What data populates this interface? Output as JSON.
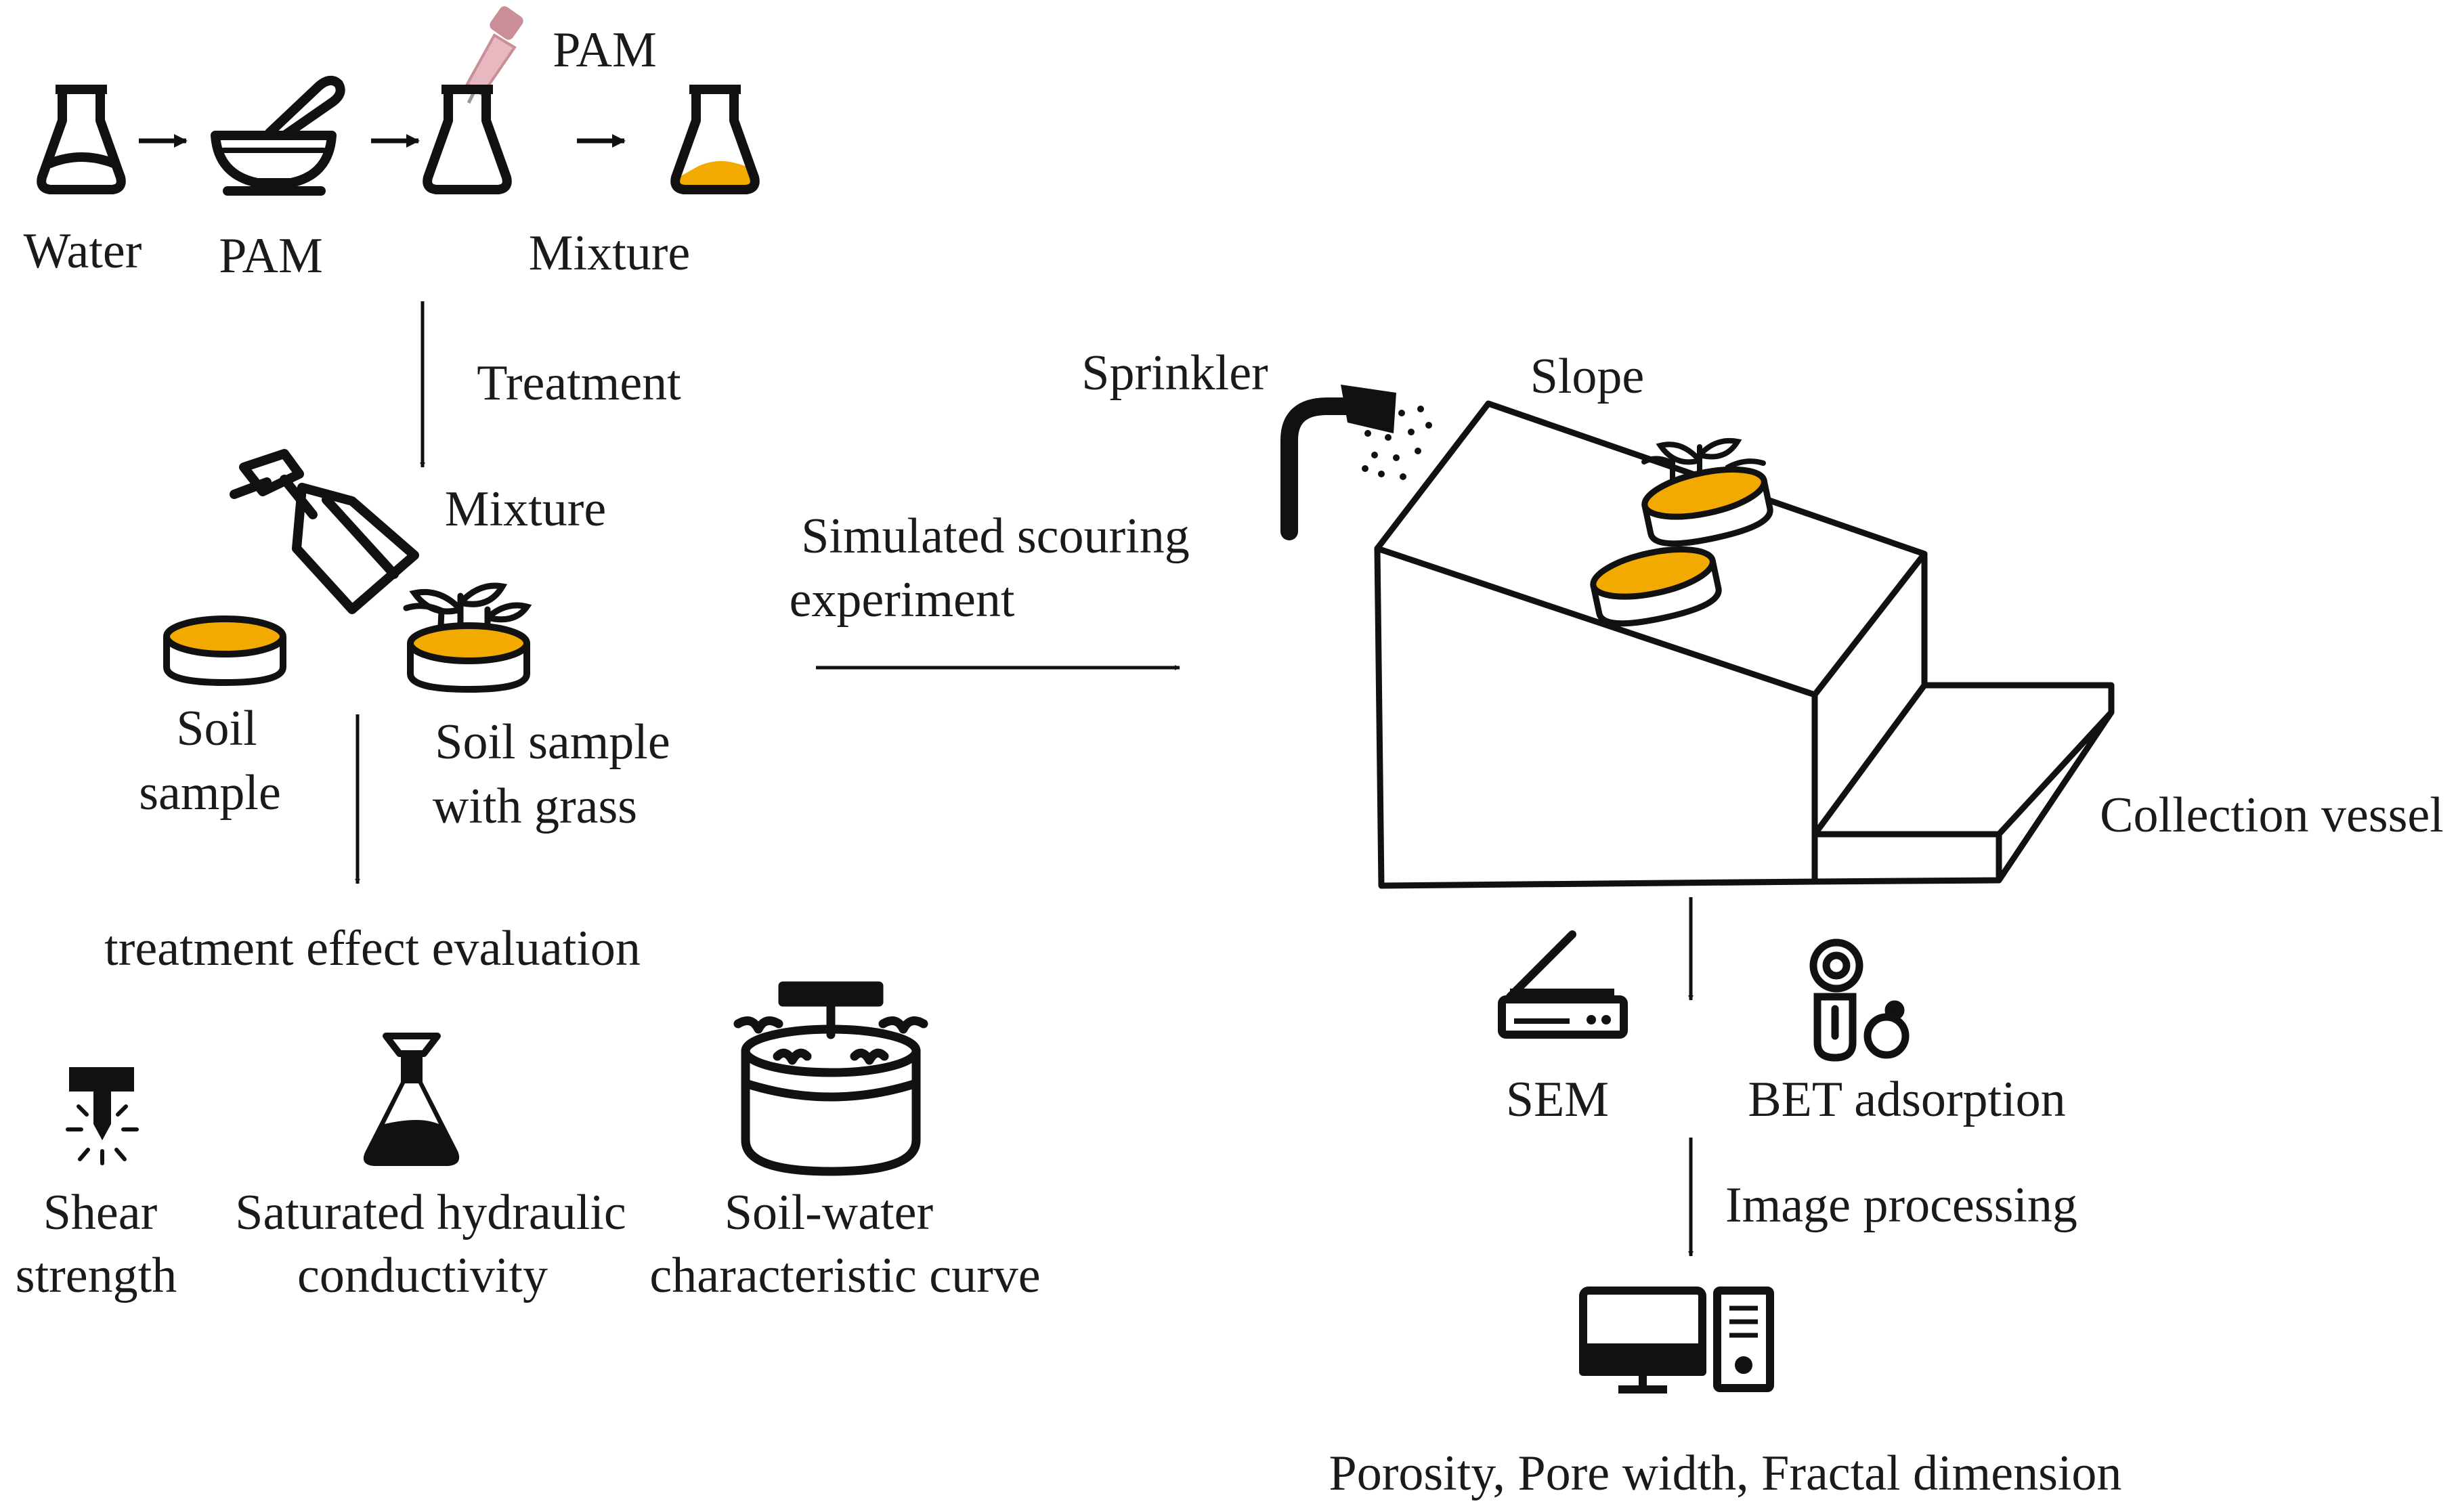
{
  "colors": {
    "ink": "#111111",
    "soil": "#F2A900",
    "pipette": "#E8B8C0",
    "background": "#FFFFFF"
  },
  "top_flow": {
    "water_label": "Water",
    "pam_label": "PAM",
    "pam_dropper_label": "PAM",
    "mixture_label": "Mixture"
  },
  "treatment": {
    "treatment_label": "Treatment",
    "spray_mixture_label": "Mixture",
    "soil_sample_label": [
      "Soil",
      "sample"
    ],
    "soil_grass_label": [
      "Soil sample",
      "with grass"
    ]
  },
  "evaluation": {
    "title": "treatment effect evaluation",
    "shear_label": [
      "Shear",
      "strength"
    ],
    "hydraulic_label": [
      "Saturated hydraulic",
      "conductivity"
    ],
    "swcc_label": [
      "Soil-water",
      "characteristic curve"
    ]
  },
  "experiment": {
    "label": [
      "Simulated  scouring",
      "experiment"
    ],
    "sprinkler_label": "Sprinkler",
    "slope_label": "Slope",
    "vessel_label": "Collection vessel"
  },
  "analysis": {
    "sem_label": "SEM",
    "bet_label": "BET adsorption",
    "image_processing_label": "Image processing",
    "results_label": "Porosity, Pore width, Fractal dimension"
  },
  "icons": [
    "flask-icon",
    "mortar-pestle-icon",
    "dropper-icon",
    "spray-bottle-icon",
    "soil-dish-icon",
    "plant-icon",
    "shear-tool-icon",
    "shower-head-icon",
    "scanner-icon",
    "adsorption-device-icon",
    "pressure-chamber-icon",
    "computer-icon"
  ]
}
